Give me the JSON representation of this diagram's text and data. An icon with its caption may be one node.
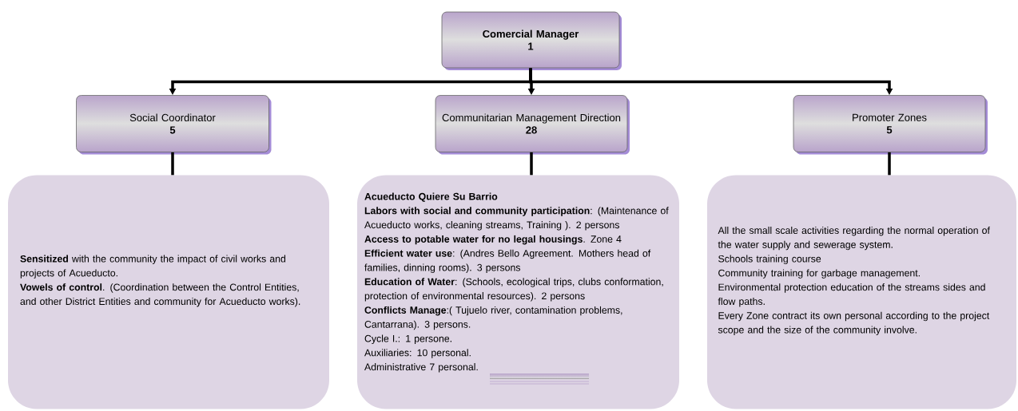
{
  "diagram": {
    "nodes": [
      {
        "text": [
          "Comercial Manager",
          "1"
        ]
      },
      {
        "text": [
          "Social Coordinator",
          "5"
        ]
      },
      {
        "text": [
          "Communitarian Management Direction",
          "28"
        ]
      },
      {
        "text": [
          "Promoter Zones",
          "5"
        ]
      },
      {
        "text": [
          "**Sensitized** with the community the impact of civil works and projects of Acueducto.",
          "**Vowels of control**. (Coordination between the Control Entities, and other District Entities and community for Acueducto works)."
        ]
      },
      {
        "text": [
          "Acueducto Quiere Su Barrio",
          "**Labors with social and community participation**: (Maintenance of Acueducto works, cleaning streams, Training ). 2 persons",
          "**Access to potable water for no legal housings**. Zone 4",
          "**Efficient water use**: (Andres Bello Agreement. Mothers head of families, dinning rooms). 3 persons",
          "**Education of Water**: (Schools, ecological trips, clubs conformation, protection of environmental resources). 2 persons",
          "**Conflicts Manage**:( Tujuelo river, contamination problems, Cantarrana). 3 persons.",
          "Cycle I.: 1 persone.",
          "Auxiliaries: 10 personal.",
          "Administrative 7 personal."
        ]
      },
      {
        "text": [
          "All the small scale activities regarding the normal operation of the water supply and sewerage system.",
          "Schools training course",
          "Community training for garbage management.",
          "Environmental protection education of the streams sides and flow paths.",
          "Every Zone contract its own personal according to the project scope and the size of the community involve."
        ]
      }
    ],
    "edges": [
      {
        "from": 0,
        "to": 1,
        "arrow": "to"
      },
      {
        "from": 0,
        "to": 2,
        "arrow": "to"
      },
      {
        "from": 0,
        "to": 3,
        "arrow": "to"
      },
      {
        "from": 1,
        "to": 4,
        "arrow": "none"
      },
      {
        "from": 2,
        "to": 5,
        "arrow": "none"
      },
      {
        "from": 3,
        "to": 6,
        "arrow": "none"
      }
    ]
  }
}
